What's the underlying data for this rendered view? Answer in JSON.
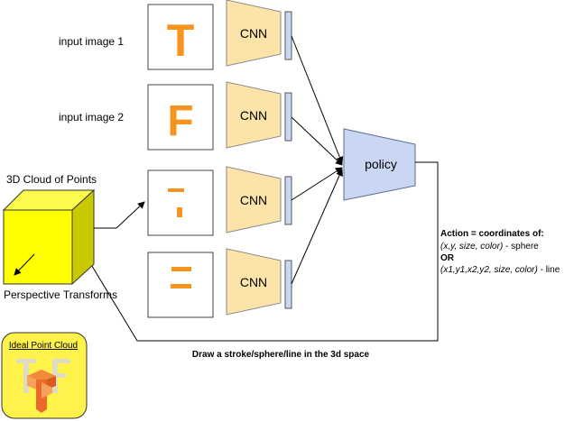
{
  "inputs": [
    {
      "label": "input image 1",
      "glyph": "T"
    },
    {
      "label": "input image 2",
      "glyph": "F"
    }
  ],
  "cnn_label": "CNN",
  "policy_label": "policy",
  "cube": {
    "title": "3D Cloud of Points",
    "caption": "Perspective Transforms"
  },
  "action": {
    "heading": "Action = coordinates of:",
    "sphere_args": "(x,y, size, color)",
    "sphere_suffix": " - sphere",
    "or_label": "OR",
    "line_args": "(x1,y1,x2,y2, size, color)",
    "line_suffix": " - line"
  },
  "feedback_label": "Draw a stroke/sphere/line in the 3d space",
  "ideal": {
    "label": "Ideal Point Cloud"
  },
  "colors": {
    "cnn_fill": "#fce4a8",
    "cnn_stroke": "#8a8a8a",
    "feature_fill": "#c9d7f3",
    "policy_fill": "#c9d7f3",
    "policy_stroke": "#5b6b8c",
    "glyph": "#f7941d",
    "cube_front": "#ffff00",
    "cube_top": "#fbfb4d",
    "cube_side": "#c9c900",
    "ideal_bg": "#fff24a"
  }
}
